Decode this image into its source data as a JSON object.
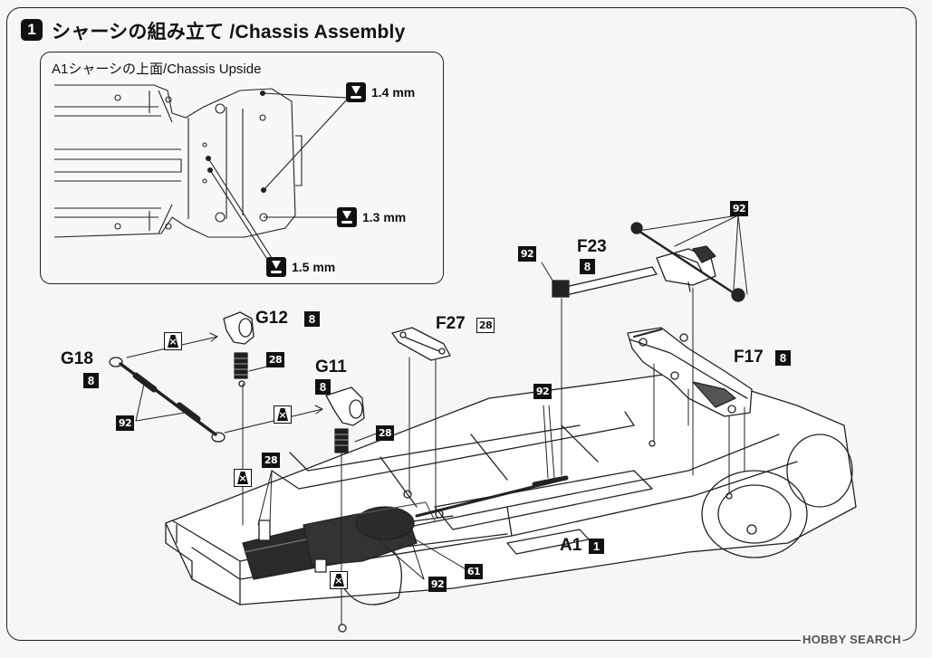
{
  "step": {
    "number": "1",
    "title": "シャーシの組み立て /Chassis Assembly"
  },
  "inset": {
    "title": "A1シャーシの上面/Chassis Upside",
    "drill_1": "1.4 mm",
    "drill_2": "1.3 mm",
    "drill_3": "1.5 mm"
  },
  "parts": {
    "g12": {
      "label": "G12",
      "qty": "8"
    },
    "g18": {
      "label": "G18",
      "qty": "8"
    },
    "g11": {
      "label": "G11",
      "qty": "8"
    },
    "f27": {
      "label": "F27",
      "qty": "28"
    },
    "f23": {
      "label": "F23",
      "qty": "8"
    },
    "f17": {
      "label": "F17",
      "qty": "8"
    },
    "a1": {
      "label": "A1",
      "qty": "1"
    }
  },
  "color_codes": {
    "c92_f23": "92",
    "c92_top": "92",
    "c92_center": "92",
    "c92_g18": "92",
    "c28_g12": "28",
    "c28_g11": "28",
    "c28_chassis": "28",
    "c92_bottom": "92",
    "c61_bottom": "61"
  },
  "watermark": "HOBBY SEARCH",
  "colors": {
    "ink": "#111111",
    "paper": "#f6f6f4"
  }
}
